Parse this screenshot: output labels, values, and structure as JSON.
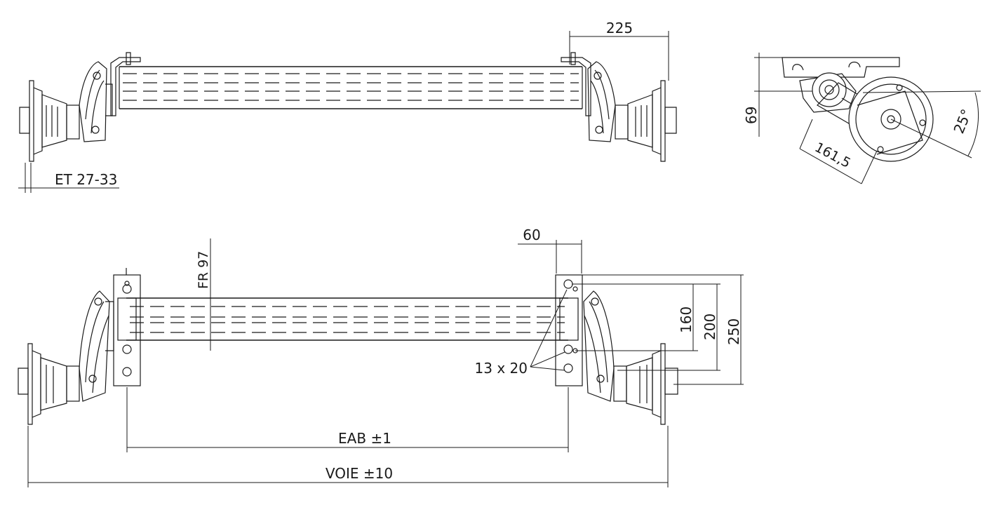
{
  "labels": {
    "et": "ET 27-33",
    "top_offset": "225",
    "hole_spacing": "60",
    "fr": "FR 97",
    "dim_160": "160",
    "dim_200": "200",
    "dim_250": "250",
    "holes": "13 x 20",
    "eab": "EAB ±1",
    "voie": "VOIE ±10",
    "side_height": "69",
    "arm_length": "161,5",
    "angle": "25°"
  }
}
